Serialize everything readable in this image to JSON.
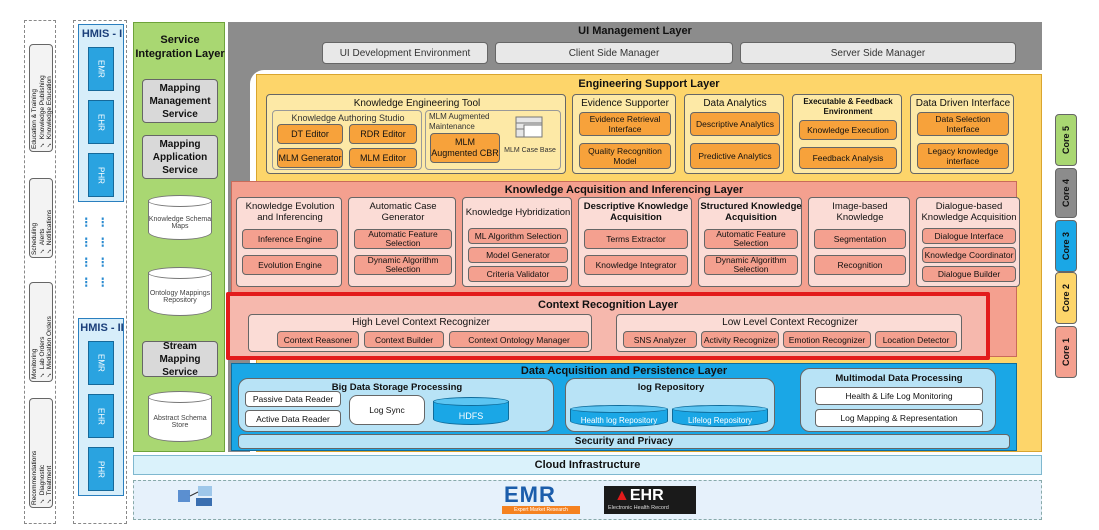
{
  "left_panel": {
    "groups": [
      {
        "title": "Education & Training",
        "items": [
          "Knowledge Publishing",
          "Knowledge Education"
        ]
      },
      {
        "title": "Scheduling",
        "items": [
          "Alerts",
          "Notifications"
        ]
      },
      {
        "title": "Monitoring",
        "items": [
          "Lab Orders",
          "Medication Orders"
        ]
      },
      {
        "title": "Recommendations",
        "items": [
          "Diagnostic",
          "Treatment"
        ]
      }
    ]
  },
  "hmis": {
    "top": {
      "title": "HMIS - I",
      "items": [
        "EMR",
        "EHR",
        "PHR"
      ]
    },
    "bottom": {
      "title": "HMIS - II",
      "items": [
        "EMR",
        "EHR",
        "PHR"
      ]
    }
  },
  "service_integration": {
    "title": "Service Integration Layer",
    "mapping_management": "Mapping Management Service",
    "mapping_application": "Mapping Application Service",
    "knowledge_schema_maps": "Knowledge Schema Maps",
    "ontology_repo": "Ontology Mappings Repository",
    "stream_mapping": "Stream Mapping Service",
    "abstract_schema": "Abstract Schema Store"
  },
  "ui_layer": {
    "title": "UI Management Layer",
    "items": [
      "UI Development Environment",
      "Client Side Manager",
      "Server  Side Manager"
    ]
  },
  "engineering": {
    "title": "Engineering Support Layer",
    "ket": {
      "title": "Knowledge Engineering Tool",
      "studio": "Knowledge Authoring Studio",
      "dt_editor": "DT Editor",
      "rdr_editor": "RDR Editor",
      "mlm_generator": "MLM Generator",
      "mlm_editor": "MLM Editor",
      "mlm_maint": "MLM Augmented Maintenance",
      "mlm_cbr": "MLM Augmented CBR",
      "mlm_case_base": "MLM Case Base"
    },
    "evidence": {
      "title": "Evidence Supporter",
      "items": [
        "Evidence Retrieval Interface",
        "Quality Recognition Model"
      ]
    },
    "analytics": {
      "title": "Data Analytics",
      "items": [
        "Descriptive Analytics",
        "Predictive Analytics"
      ]
    },
    "executable": {
      "title": "Executable & Feedback Environment",
      "items": [
        "Knowledge Execution",
        "Feedback Analysis"
      ]
    },
    "ddi": {
      "title": "Data Driven Interface",
      "items": [
        "Data Selection Interface",
        "Legacy knowledge interface"
      ]
    }
  },
  "kai": {
    "title": "Knowledge Acquisition and Inferencing Layer",
    "modules": [
      {
        "title": "Knowledge Evolution and Inferencing",
        "items": [
          "Inference Engine",
          "Evolution Engine"
        ]
      },
      {
        "title": "Automatic Case Generator",
        "items": [
          "Automatic Feature Selection",
          "Dynamic Algorithm Selection"
        ]
      },
      {
        "title": "Knowledge Hybridization",
        "items": [
          "ML Algorithm Selection",
          "Model Generator",
          "Criteria Validator"
        ]
      },
      {
        "title": "Descriptive Knowledge Acquisition",
        "items": [
          "Terms Extractor",
          "Knowledge Integrator"
        ]
      },
      {
        "title": "Structured Knowledge Acquisition",
        "items": [
          "Automatic Feature Selection",
          "Dynamic Algorithm Selection"
        ]
      },
      {
        "title": "Image-based Knowledge",
        "items": [
          "Segmentation",
          "Recognition"
        ]
      },
      {
        "title": "Dialogue-based Knowledge Acquisition",
        "items": [
          "Dialogue Interface",
          "Knowledge Coordinator",
          "Dialogue Builder"
        ]
      }
    ]
  },
  "context": {
    "title": "Context Recognition Layer",
    "high": {
      "title": "High Level Context Recognizer",
      "items": [
        "Context Reasoner",
        "Context Builder",
        "Context Ontology Manager"
      ]
    },
    "low": {
      "title": "Low Level Context Recognizer",
      "items": [
        "SNS Analyzer",
        "Activity Recognizer",
        "Emotion Recognizer",
        "Location Detector"
      ]
    }
  },
  "dap": {
    "title": "Data Acquisition and Persistence Layer",
    "bigdata": {
      "title": "Big Data Storage Processing",
      "passive": "Passive Data Reader",
      "active": "Active Data Reader",
      "logsync": "Log Sync",
      "hdfs": "HDFS"
    },
    "logrepo": {
      "title": "log Repository",
      "health": "Health log Repository",
      "lifelog": "Lifelog Repository"
    },
    "multimodal": {
      "title": "Multimodal Data Processing",
      "items": [
        "Health & Life Log Monitoring",
        "Log Mapping & Representation"
      ]
    },
    "security": "Security and Privacy"
  },
  "cloud": "Cloud Infrastructure",
  "cores": [
    "Core 5",
    "Core 4",
    "Core 3",
    "Core 2",
    "Core 1"
  ],
  "logos": {
    "emr": "EMR",
    "emr_sub": "Expert Market Research",
    "ehr": "EHR",
    "ehr_sub": "Electronic Health Record"
  },
  "colors": {
    "ui": "#8c8c8c",
    "engineering": "#fdd56a",
    "kai": "#f4a08f",
    "context": "#f6b8ad",
    "dap": "#1aa7e6",
    "cloud": "#daf2fb",
    "service": "#a9d772",
    "hmis": "#2aa3e0"
  }
}
